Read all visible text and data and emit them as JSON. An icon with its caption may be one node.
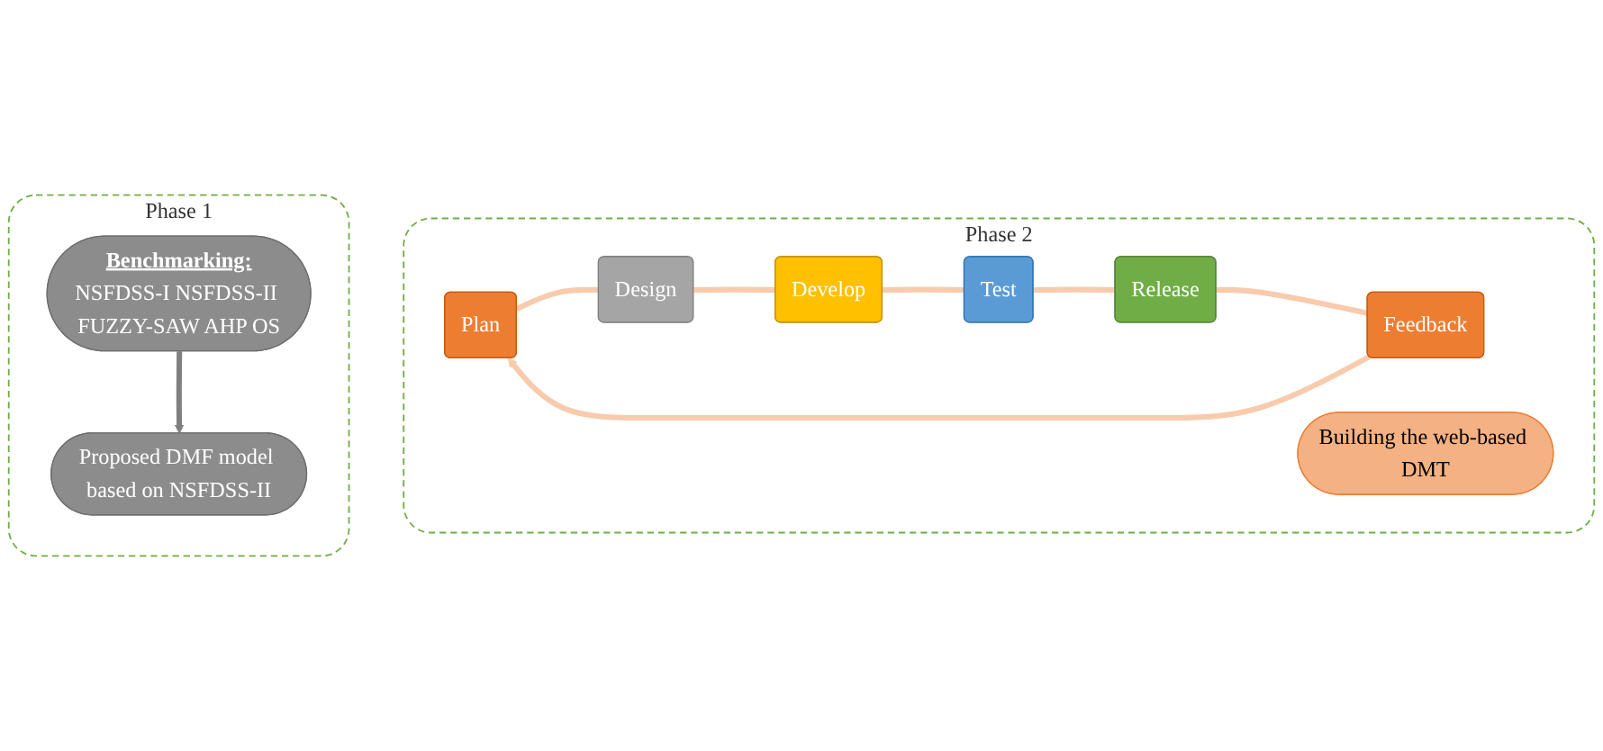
{
  "diagram": {
    "nodes": [
      {
        "text": [
          "Phase 1"
        ]
      },
      {
        "text": [
          "Benchmarking:",
          "NSFDSS-I NSFDSS-II FUZZY-SAW AHP OS"
        ],
        "in": 0
      },
      {
        "text": [
          "Proposed DMF model based on NSFDSS-II"
        ],
        "in": 0
      },
      {
        "text": [
          "Phase 2"
        ]
      },
      {
        "text": [
          "Plan"
        ],
        "in": 3
      },
      {
        "text": [
          "Design"
        ],
        "in": 3
      },
      {
        "text": [
          "Develop"
        ],
        "in": 3
      },
      {
        "text": [
          "Test"
        ],
        "in": 3
      },
      {
        "text": [
          "Release"
        ],
        "in": 3
      },
      {
        "text": [
          "Feedback"
        ],
        "in": 3
      },
      {
        "text": [
          "Building the web-based DMT"
        ],
        "in": 3
      }
    ],
    "edges": [
      {
        "from": 1,
        "to": 2,
        "arrow": "to",
        "color": "#808080"
      },
      {
        "from": 4,
        "to": 5,
        "arrow": "none"
      },
      {
        "from": 5,
        "to": 6,
        "arrow": "none"
      },
      {
        "from": 6,
        "to": 7,
        "arrow": "none"
      },
      {
        "from": 7,
        "to": 8,
        "arrow": "none"
      },
      {
        "from": 8,
        "to": 9,
        "arrow": "none"
      },
      {
        "from": 9,
        "to": 4,
        "arrow": "to"
      }
    ]
  }
}
